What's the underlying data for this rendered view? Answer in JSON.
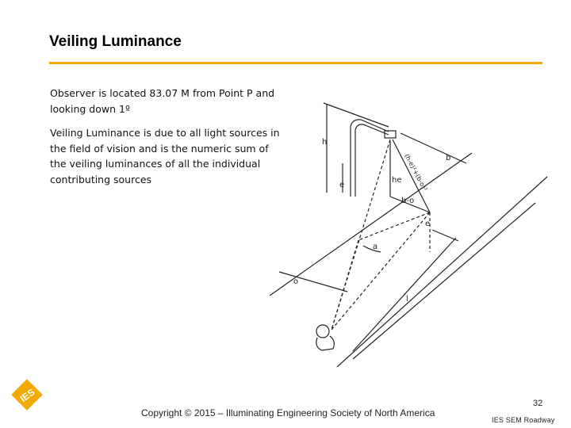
{
  "slide": {
    "title": "Veiling Luminance",
    "paragraphs": [
      "Observer is located 83.07 M from Point P and looking down 1º",
      "Veiling Luminance is due to all light sources in the field of vision and is the numeric sum of the veiling luminances of all the individual contributing sources"
    ]
  },
  "diagram": {
    "labels": {
      "h": "h",
      "b": "b",
      "e": "e",
      "he": "he",
      "bo": "b-o",
      "a": "a",
      "o": "o",
      "l": "l",
      "slant": "(h-e)²+(b-o)²"
    }
  },
  "footer": {
    "copyright": "Copyright © 2015 – Illuminating Engineering Society of North America",
    "page_number": "32",
    "tag": "IES SEM Roadway",
    "logo_text": "IES"
  },
  "colors": {
    "accent": "#f2a900",
    "logo": "#f2a900"
  }
}
